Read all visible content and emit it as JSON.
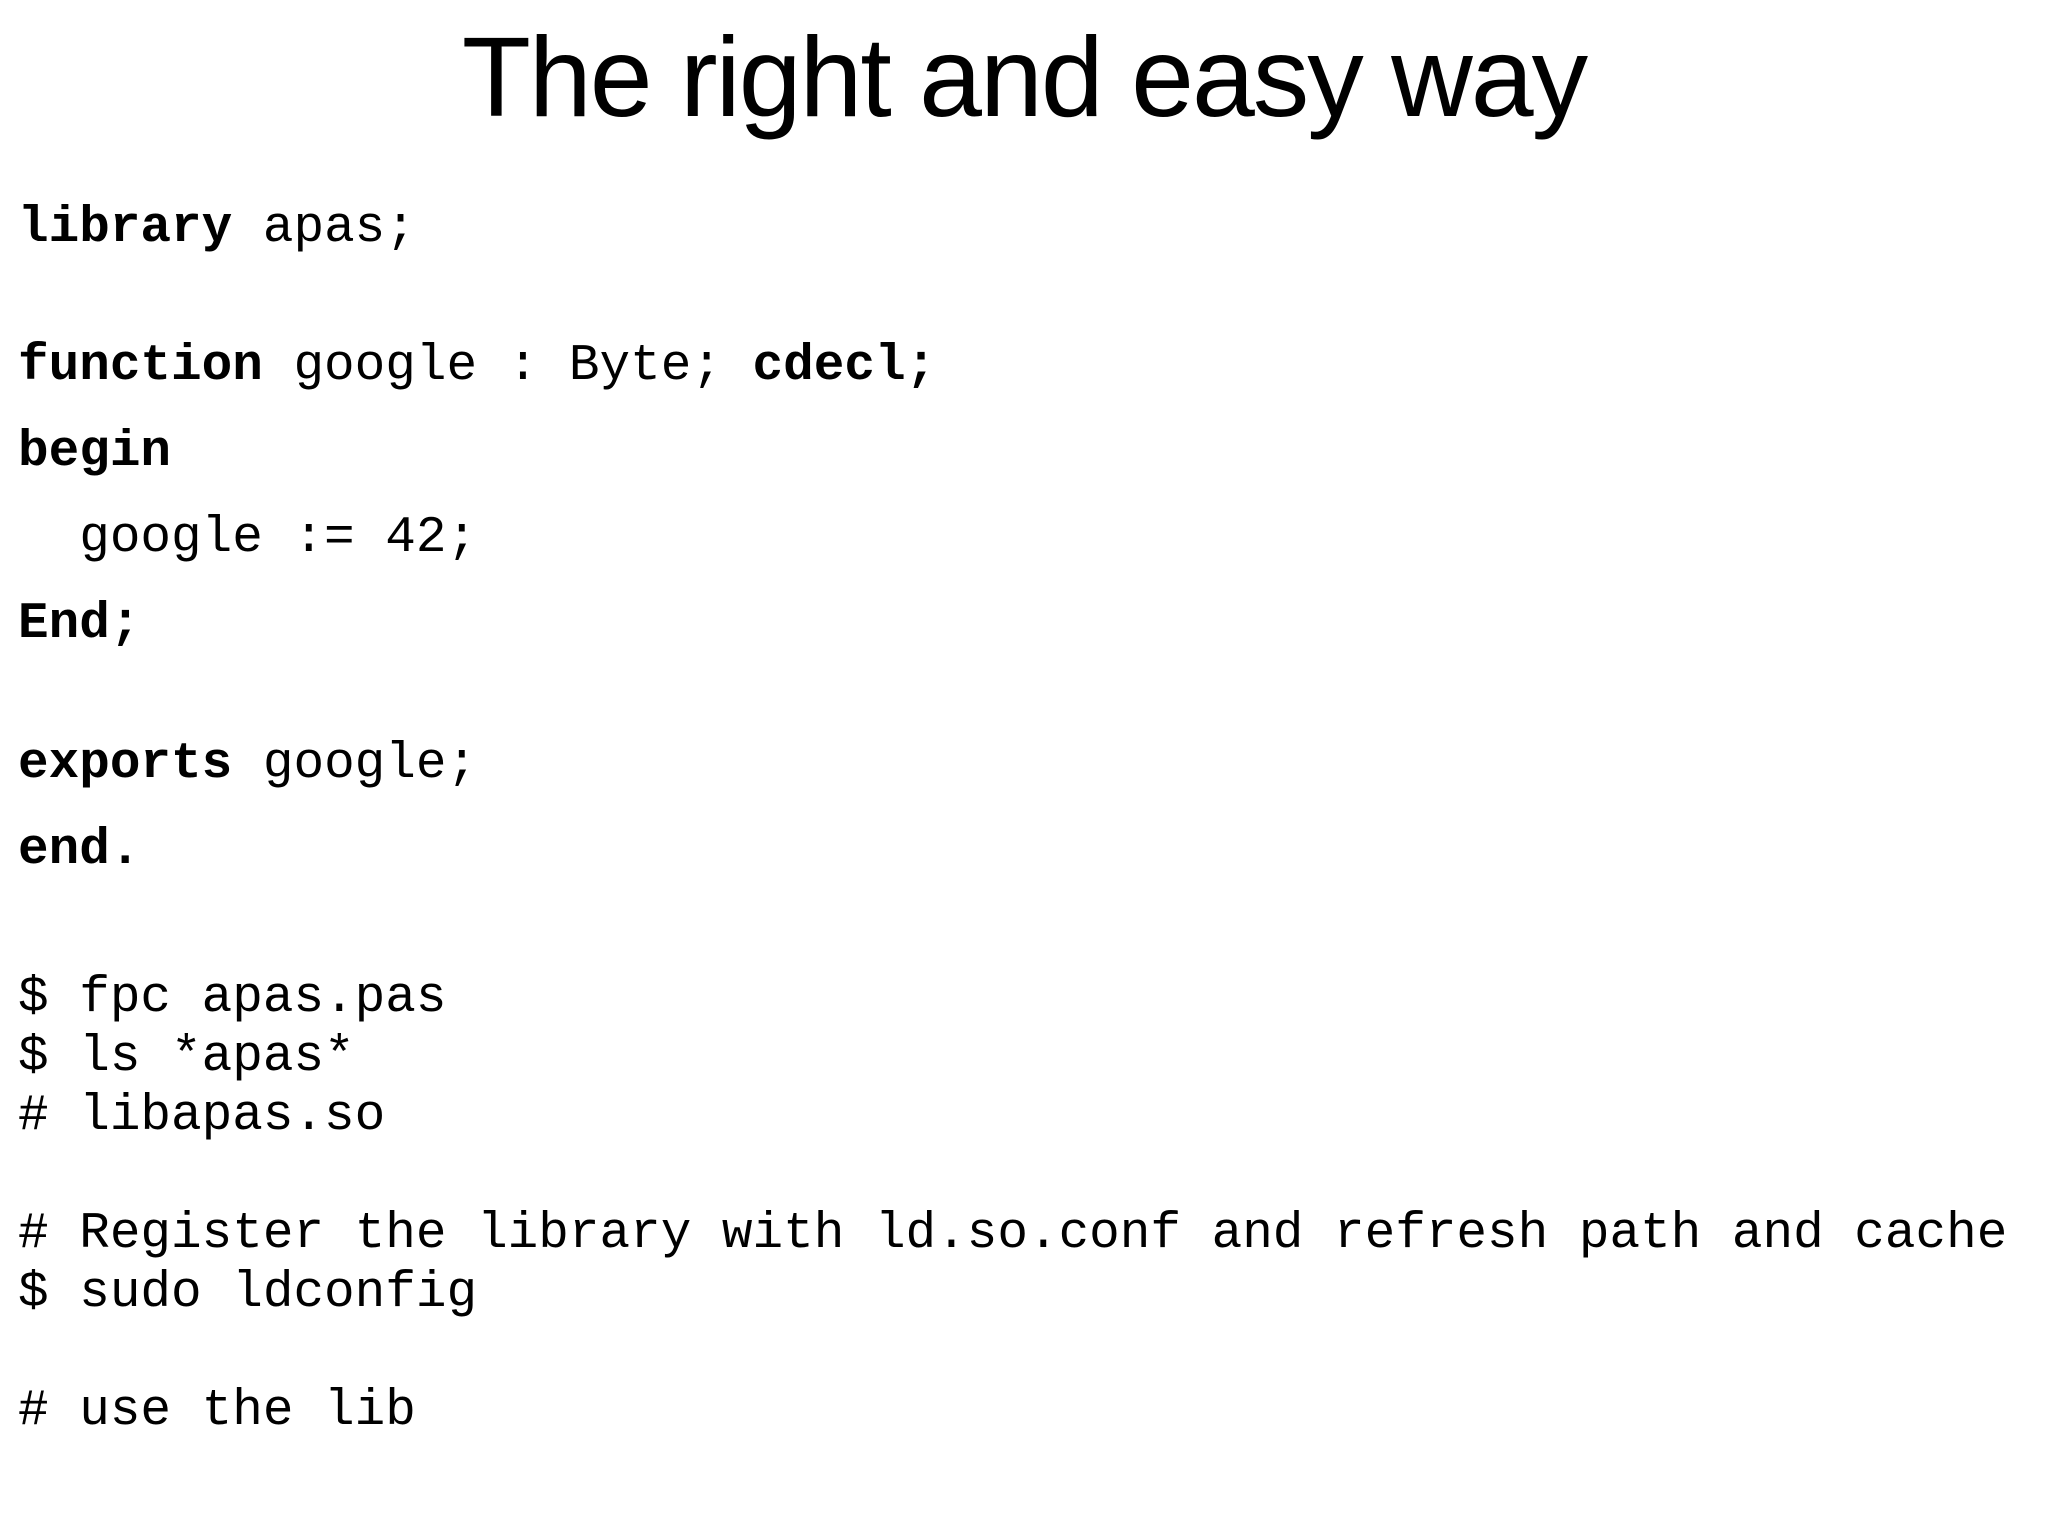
{
  "title": "The right and easy way",
  "colors": {
    "background": "#ffffff",
    "text": "#000000"
  },
  "code": {
    "lines": [
      {
        "kind": "pascal",
        "segments": [
          {
            "text": "library",
            "bold": true
          },
          {
            "text": " apas;",
            "bold": false
          }
        ]
      },
      {
        "kind": "gap",
        "size": "s"
      },
      {
        "kind": "pascal",
        "segments": [
          {
            "text": "function",
            "bold": true
          },
          {
            "text": " google : Byte; ",
            "bold": false
          },
          {
            "text": "cdecl;",
            "bold": true
          }
        ]
      },
      {
        "kind": "pascal",
        "segments": [
          {
            "text": "begin",
            "bold": true
          }
        ]
      },
      {
        "kind": "pascal",
        "segments": [
          {
            "text": "  google := 42;",
            "bold": false
          }
        ]
      },
      {
        "kind": "pascal",
        "segments": [
          {
            "text": "End;",
            "bold": true
          }
        ]
      },
      {
        "kind": "gap",
        "size": "m"
      },
      {
        "kind": "pascal",
        "segments": [
          {
            "text": "exports",
            "bold": true
          },
          {
            "text": " google;",
            "bold": false
          }
        ]
      },
      {
        "kind": "pascal",
        "segments": [
          {
            "text": "end.",
            "bold": true
          }
        ]
      },
      {
        "kind": "gap",
        "size": "l"
      },
      {
        "kind": "shell",
        "segments": [
          {
            "text": "$ fpc apas.pas",
            "bold": false
          }
        ]
      },
      {
        "kind": "shell",
        "segments": [
          {
            "text": "$ ls *apas*",
            "bold": false
          }
        ]
      },
      {
        "kind": "shell",
        "segments": [
          {
            "text": "# libapas.so",
            "bold": false
          }
        ]
      },
      {
        "kind": "shell",
        "segments": [
          {
            "text": " ",
            "bold": false
          }
        ]
      },
      {
        "kind": "shell",
        "segments": [
          {
            "text": "# Register the library with ld.so.conf and refresh path and cache",
            "bold": false
          }
        ]
      },
      {
        "kind": "shell",
        "segments": [
          {
            "text": "$ sudo ldconfig",
            "bold": false
          }
        ]
      },
      {
        "kind": "shell",
        "segments": [
          {
            "text": " ",
            "bold": false
          }
        ]
      },
      {
        "kind": "shell",
        "segments": [
          {
            "text": "# use the lib",
            "bold": false
          }
        ]
      }
    ]
  }
}
